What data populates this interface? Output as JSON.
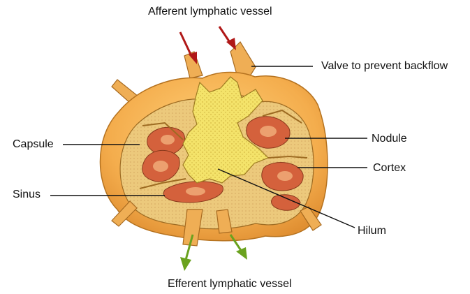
{
  "labels": {
    "afferent": "Afferent lymphatic vessel",
    "valve": "Valve to prevent backflow",
    "capsule": "Capsule",
    "nodule": "Nodule",
    "cortex": "Cortex",
    "sinus": "Sinus",
    "hilum": "Hilum",
    "efferent": "Efferent lymphatic vessel"
  },
  "colors": {
    "afferent_arrow": "#b01818",
    "efferent_arrow": "#6aa21e",
    "capsule_fill": "#f3b252",
    "capsule_edge": "#c47a1f",
    "cortex_fill": "#e9c77a",
    "medulla_fill": "#f4e46a",
    "nodule_fill": "#d35f3c",
    "leader_line": "#111111"
  },
  "icons": {
    "afferent_arrows": "red-arrow-down-icon",
    "efferent_arrows": "green-arrow-down-icon"
  }
}
